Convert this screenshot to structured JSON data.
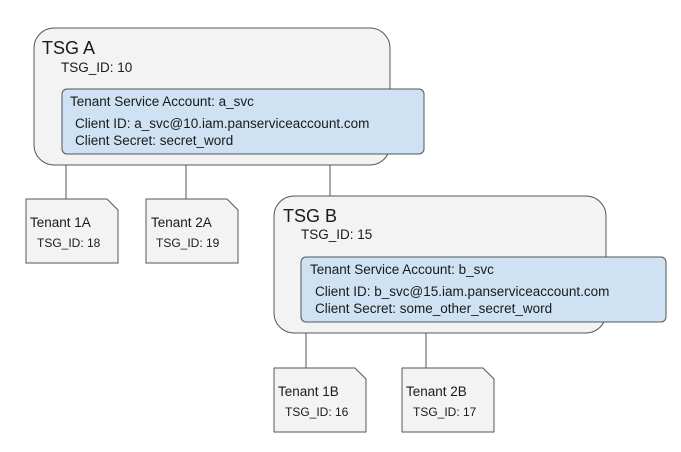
{
  "colors": {
    "tsg_fill": "#f3f3f3",
    "account_fill": "#cfe2f3",
    "stroke": "#555555",
    "background": "#ffffff"
  },
  "tsg_a": {
    "title": "TSG A",
    "id_line": "TSG_ID: 10",
    "account": {
      "title": "Tenant Service Account: a_svc",
      "client_id": "Client ID: a_svc@10.iam.panserviceaccount.com",
      "client_secret": "Client Secret: secret_word"
    }
  },
  "tsg_b": {
    "title": "TSG B",
    "id_line": "TSG_ID: 15",
    "account": {
      "title": "Tenant Service Account: b_svc",
      "client_id": "Client ID: b_svc@15.iam.panserviceaccount.com",
      "client_secret": "Client Secret: some_other_secret_word"
    }
  },
  "tenants": {
    "t1a": {
      "title": "Tenant 1A",
      "id_line": "TSG_ID: 18"
    },
    "t2a": {
      "title": "Tenant 2A",
      "id_line": "TSG_ID: 19"
    },
    "t1b": {
      "title": "Tenant 1B",
      "id_line": "TSG_ID: 16"
    },
    "t2b": {
      "title": "Tenant 2B",
      "id_line": "TSG_ID: 17"
    }
  }
}
